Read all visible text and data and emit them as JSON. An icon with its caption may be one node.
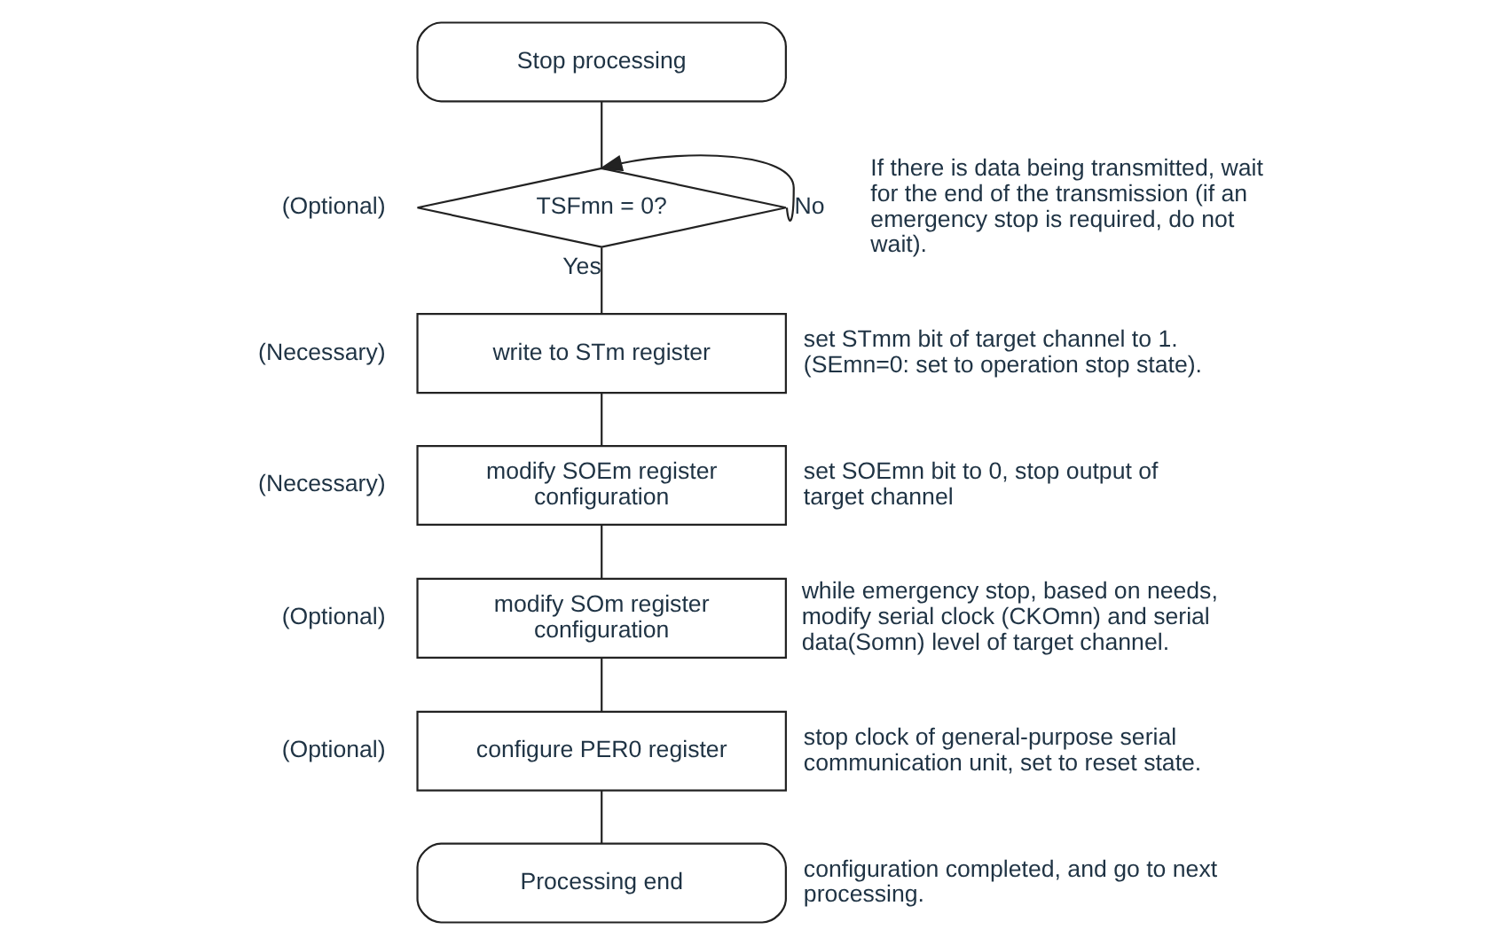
{
  "diagram": {
    "nodes": [
      {
        "text": [
          "Stop processing"
        ]
      },
      {
        "text": [
          "TSFmn = 0?"
        ],
        "beside": [
          "(Optional)",
          "If there is data being transmitted, wait for the end of the transmission (if an emergency stop is required, do not wait)."
        ]
      },
      {
        "text": [
          "write to STm register"
        ],
        "beside": [
          "(Necessary)",
          "set STmm bit of target channel to 1. (SEmn=0: set to operation stop state)."
        ]
      },
      {
        "text": [
          "modify SOEm register configuration"
        ],
        "beside": [
          "(Necessary)",
          "set SOEmn bit to 0, stop output of target channel"
        ]
      },
      {
        "text": [
          "modify SOm register configuration"
        ],
        "beside": [
          "(Optional)",
          "while emergency stop, based on needs, modify serial clock (CKOmn) and serial data(Somn) level of target channel."
        ]
      },
      {
        "text": [
          "configure PER0 register"
        ],
        "beside": [
          "(Optional)",
          "stop clock of general-purpose serial communication unit, set to reset state."
        ]
      },
      {
        "text": [
          "Processing end"
        ],
        "beside": [
          "configuration completed, and go to next processing."
        ]
      }
    ],
    "edges": [
      {
        "from": 0,
        "to": 1,
        "arrow": "none"
      },
      {
        "from": 1,
        "to": 1,
        "arrow": "to",
        "label": "No"
      },
      {
        "from": 1,
        "to": 2,
        "arrow": "none",
        "label": "Yes"
      },
      {
        "from": 2,
        "to": 3,
        "arrow": "none"
      },
      {
        "from": 3,
        "to": 4,
        "arrow": "none"
      },
      {
        "from": 4,
        "to": 5,
        "arrow": "none"
      },
      {
        "from": 5,
        "to": 6,
        "arrow": "none"
      }
    ]
  }
}
